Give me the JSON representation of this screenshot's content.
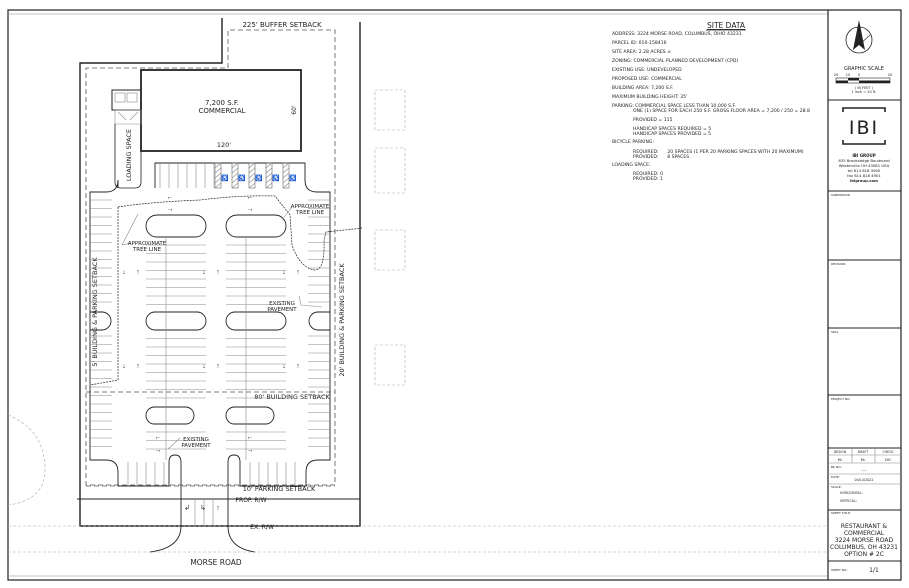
{
  "plan": {
    "buffer_setback": "225' BUFFER SETBACK",
    "building_area": "7,200 S.F.",
    "building_use": "COMMERCIAL",
    "building_width": "120'",
    "building_depth": "60'",
    "loading_space": "LOADING SPACE",
    "tree_line_1": [
      "APPROXIMATE",
      "TREE LINE"
    ],
    "tree_line_2": [
      "APPROXIMATE",
      "TREE LINE"
    ],
    "existing_pavement_1": [
      "EXISTING",
      "PAVEMENT"
    ],
    "existing_pavement_2": [
      "EXISTING",
      "PAVEMENT"
    ],
    "left_setback": "5' BUILDING & PARKING SETBACK",
    "right_setback": "20' BUILDING & PARKING SETBACK",
    "building_setback": "80' BUILDING SETBACK",
    "parking_setback": "10' PARKING SETBACK",
    "prop_rw": "PROP. R/W",
    "ex_rw": "EX. R/W",
    "road": "MORSE ROAD"
  },
  "site_data": {
    "title": "SITE DATA",
    "lines": [
      "ADDRESS: 3224 MORSE ROAD, COLUMBUS, OHIO 43231",
      "PARCEL ID: 010-158416",
      "SITE AREA: 2.28 ACRES ±",
      "ZONING: COMMERCIAL PLANNED DEVELOPMENT (CPD)",
      "EXISTING USE: UNDEVELOPED",
      "PROPOSED USE: COMMERCIAL",
      "BUILDING AREA: 7,200 S.F.",
      "MAXIMUM BUILDING HEIGHT: 35'"
    ],
    "parking": [
      "PARKING: COMMERCIAL SPACE LESS THAN 10,000 S.F.",
      "ONE (1) SPACE FOR EACH 250 S.F. GROSS FLOOR AREA = 7,200 / 250 = 28.8",
      "PROVIDED = 115",
      "HANDICAP SPACES REQUIRED = 5",
      "HANDICAP SPACES PROVIDED = 5"
    ],
    "bicycle": [
      "BICYCLE PARKING:",
      "REQUIRED:      20 SPACES (1 PER 20 PARKING SPACES WITH 20 MAXIMUM)",
      "PROVIDED:      8 SPACES"
    ],
    "loading": [
      "LOADING SPACE:",
      "REQUIRED: 0",
      "PROVIDED: 1"
    ]
  },
  "title_block": {
    "scale_title": "GRAPHIC SCALE",
    "scale_ticks": [
      "20",
      "10",
      "0",
      "20"
    ],
    "scale_unit": "( IN FEET )",
    "scale_ratio": "1 inch = 20 ft.",
    "logo": "IBI",
    "company": "IBI GROUP",
    "address1": "635 Brooksedge Boulevard",
    "address2": "Westerville OH 43081 USA",
    "tel": "tel 614 818 4900",
    "fax": "fax 614 818 4901",
    "web": "ibigroup.com",
    "submission": "SUBMISSION",
    "revision": "REVISION",
    "seal": "SEAL",
    "project_no": "PROJECT NO.",
    "design_label": "DESIGN",
    "draft_label": "DRAFT",
    "check_label": "CHECK",
    "design": "ML",
    "draft": "ML",
    "check": "SHC",
    "bk_no_label": "BK NO.:",
    "bk_no": "-----",
    "date_label": "DATE:",
    "date": "04/14/2022",
    "scale_label": "SCALE:",
    "horizontal": "HORIZONTAL:",
    "vertical": "VERTICAL:",
    "sheet_title_label": "SHEET TITLE:",
    "sheet_title": [
      "RESTAURANT &",
      "COMMERCIAL",
      "3224 MORSE ROAD",
      "COLUMBUS, OH 43231",
      "OPTION # 2C"
    ],
    "sheet_no_label": "SHEET NO.:",
    "sheet_no": "1/1"
  }
}
